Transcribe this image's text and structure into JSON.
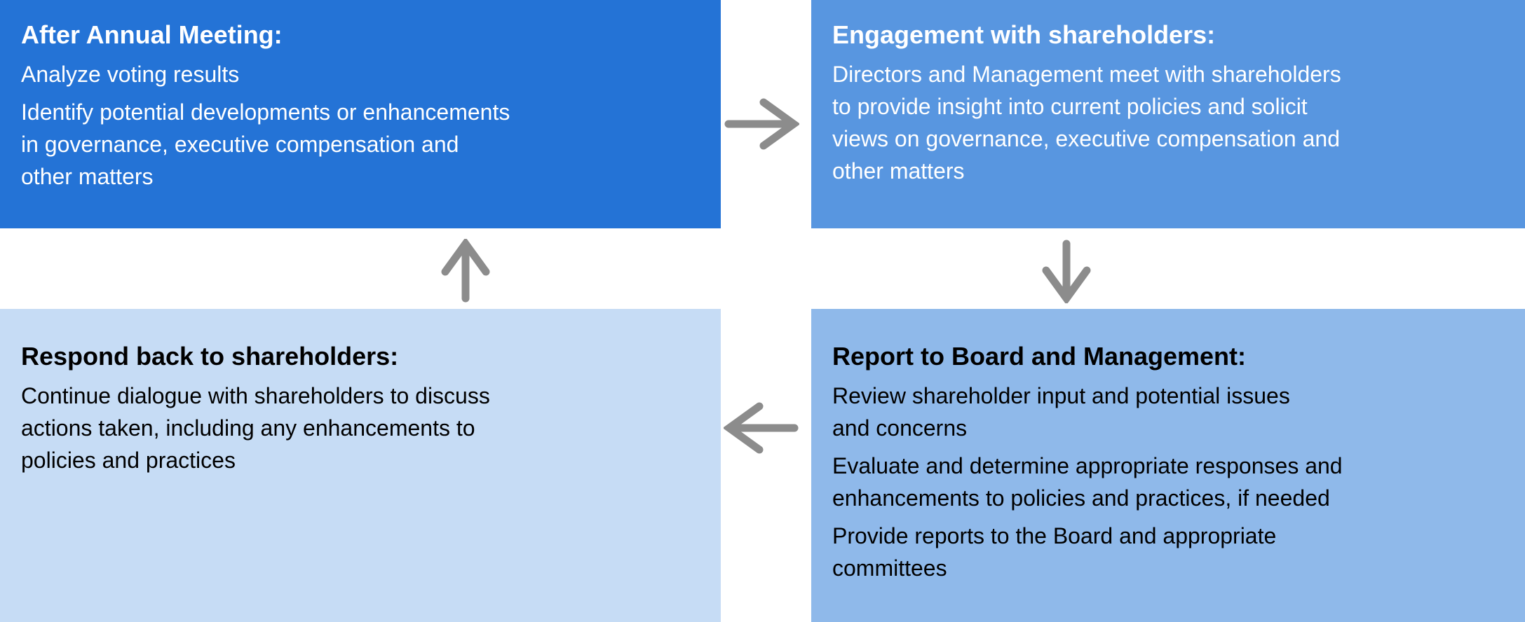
{
  "diagram": {
    "type": "cycle-flow",
    "boxes": {
      "top_left": {
        "title": "After Annual Meeting:",
        "paragraphs": [
          "Analyze voting results",
          "Identify potential developments or enhancements\nin governance, executive compensation and\nother matters"
        ],
        "bg": "#2473D6",
        "text_color": "#FFFFFF"
      },
      "top_right": {
        "title": "Engagement with shareholders:",
        "paragraphs": [
          "Directors and Management meet with shareholders\nto provide insight into current policies and solicit\nviews on governance, executive compensation and\nother matters"
        ],
        "bg": "#5896E0",
        "text_color": "#FFFFFF"
      },
      "bottom_right": {
        "title": "Report to Board and Management:",
        "paragraphs": [
          "Review shareholder input and potential issues\nand concerns",
          "Evaluate and determine appropriate responses and\nenhancements to policies and practices, if needed",
          "Provide reports to the Board and appropriate\ncommittees"
        ],
        "bg": "#8FB9EA",
        "text_color": "#000000"
      },
      "bottom_left": {
        "title": "Respond back to shareholders:",
        "paragraphs": [
          "Continue dialogue with shareholders to discuss\nactions taken, including any enhancements to\npolicies and practices"
        ],
        "bg": "#C6DCF5",
        "text_color": "#000000"
      }
    },
    "arrows": {
      "color": "#8C8C8C",
      "items": [
        {
          "name": "right-arrow",
          "glyph": "→",
          "from": "top_left",
          "to": "top_right"
        },
        {
          "name": "down-arrow",
          "glyph": "↓",
          "from": "top_right",
          "to": "bottom_right"
        },
        {
          "name": "left-arrow",
          "glyph": "←",
          "from": "bottom_right",
          "to": "bottom_left"
        },
        {
          "name": "up-arrow",
          "glyph": "↑",
          "from": "bottom_left",
          "to": "top_left"
        }
      ]
    }
  }
}
